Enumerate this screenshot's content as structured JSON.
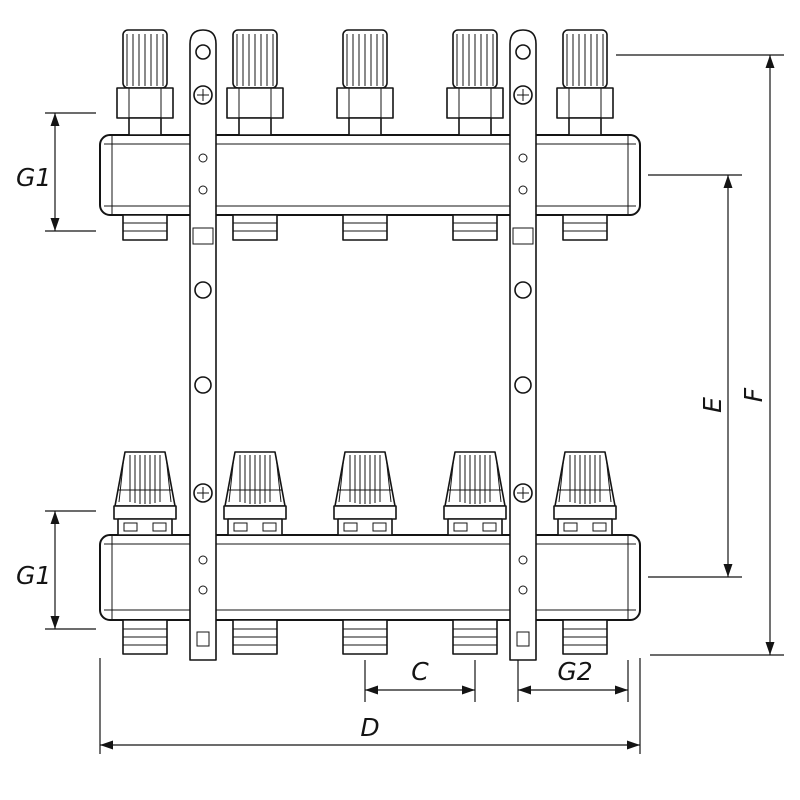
{
  "diagram": {
    "labels": {
      "g1_top": "G1",
      "g1_bottom": "G1",
      "e": "E",
      "f": "F",
      "c": "C",
      "g2": "G2",
      "d": "D"
    },
    "line_color": "#141414",
    "background": "#ffffff",
    "outlets_count": 5
  }
}
